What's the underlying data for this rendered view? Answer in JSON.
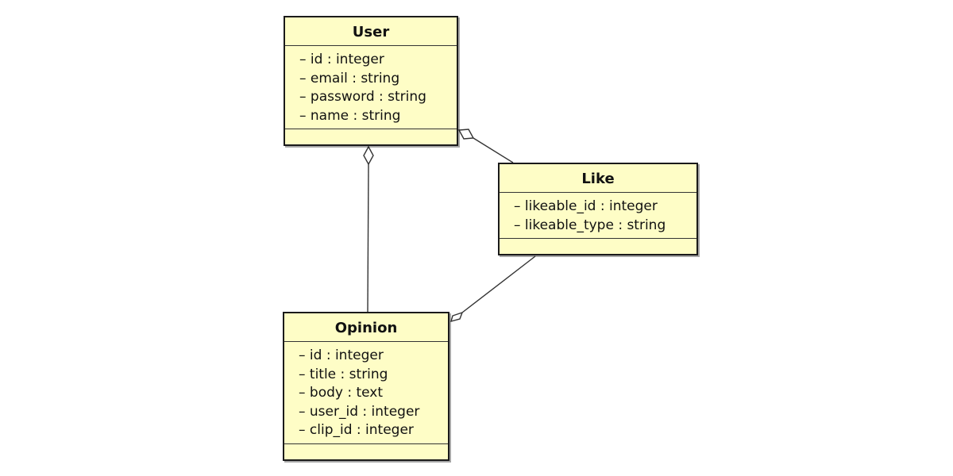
{
  "classes": {
    "user": {
      "name": "User",
      "attributes": [
        "– id : integer",
        "– email : string",
        "– password : string",
        "– name : string"
      ]
    },
    "like": {
      "name": "Like",
      "attributes": [
        "– likeable_id : integer",
        "– likeable_type : string"
      ]
    },
    "opinion": {
      "name": "Opinion",
      "attributes": [
        "– id : integer",
        "– title : string",
        "– body : text",
        "– user_id : integer",
        "– clip_id : integer"
      ]
    }
  },
  "associations": [
    {
      "from": "User",
      "to": "Opinion",
      "aggregate_end": "User",
      "kind": "aggregation"
    },
    {
      "from": "User",
      "to": "Like",
      "aggregate_end": "User",
      "kind": "aggregation"
    },
    {
      "from": "Like",
      "to": "Opinion",
      "aggregate_end": "Opinion",
      "kind": "aggregation"
    }
  ],
  "colors": {
    "class_fill": "#fefdc6",
    "class_border": "#1a1a1a",
    "line": "#333333"
  }
}
